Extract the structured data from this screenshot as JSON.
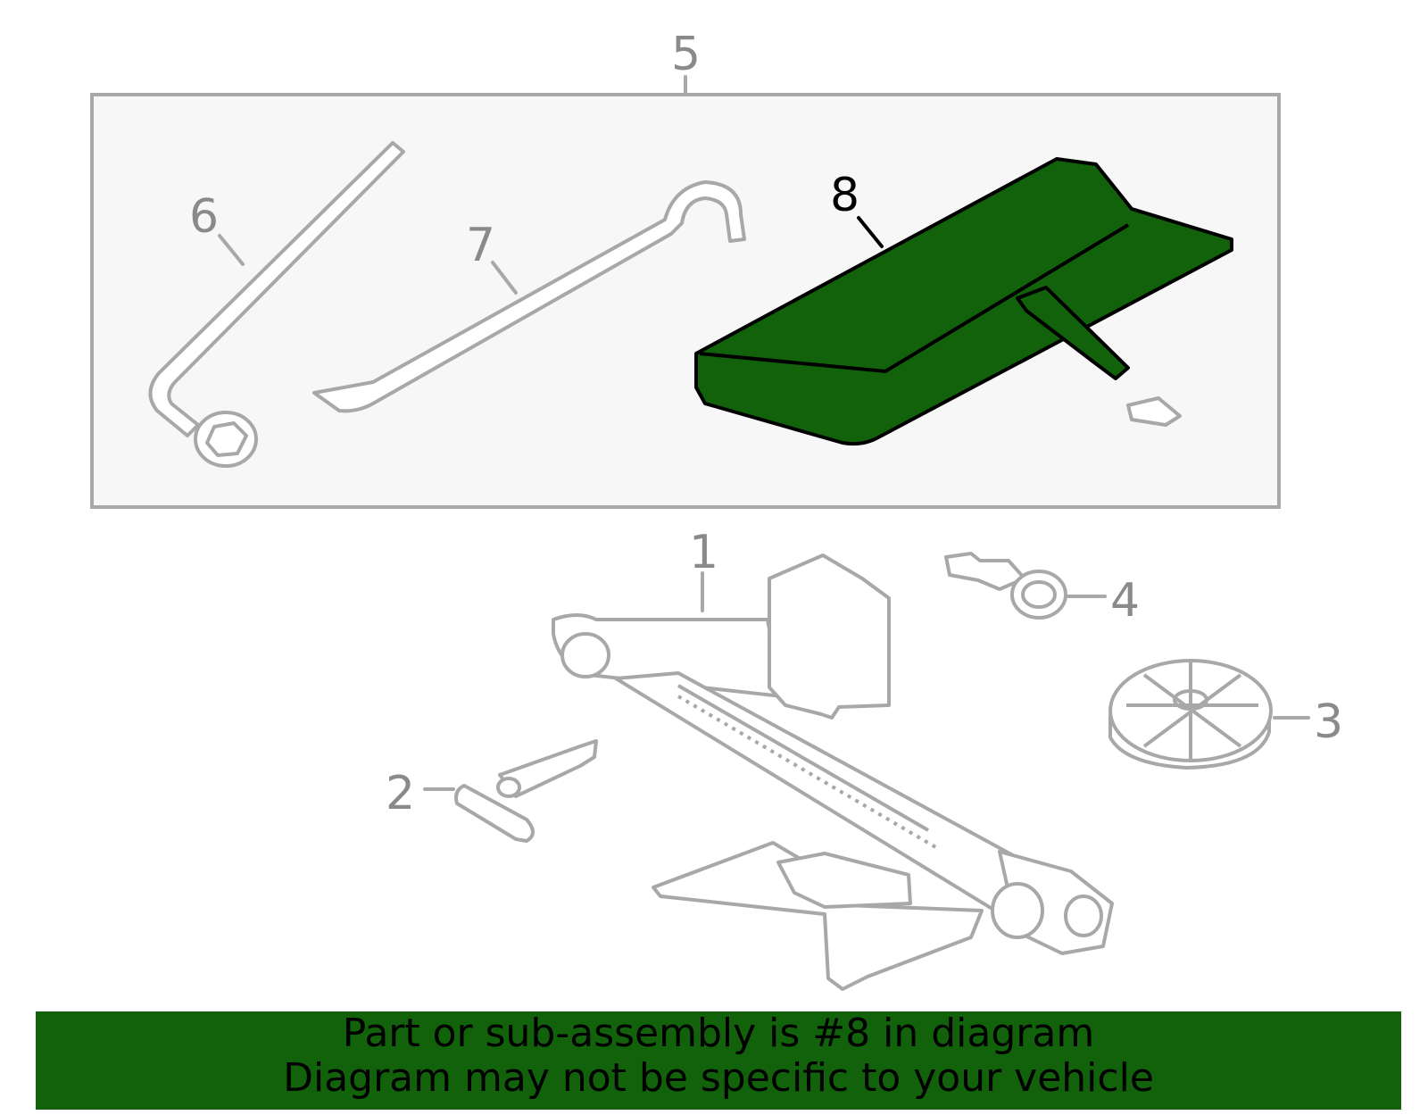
{
  "callouts": {
    "c1": "1",
    "c2": "2",
    "c3": "3",
    "c4": "4",
    "c5": "5",
    "c6": "6",
    "c7": "7",
    "c8": "8"
  },
  "banner": {
    "line1": "Part or sub-assembly is #8 in diagram",
    "line2": "Diagram may not be specific to your vehicle"
  },
  "colors": {
    "highlight": "#11620a",
    "outline": "#a8a8a8",
    "box_fill": "#f7f7f7"
  },
  "highlighted_part": "8"
}
